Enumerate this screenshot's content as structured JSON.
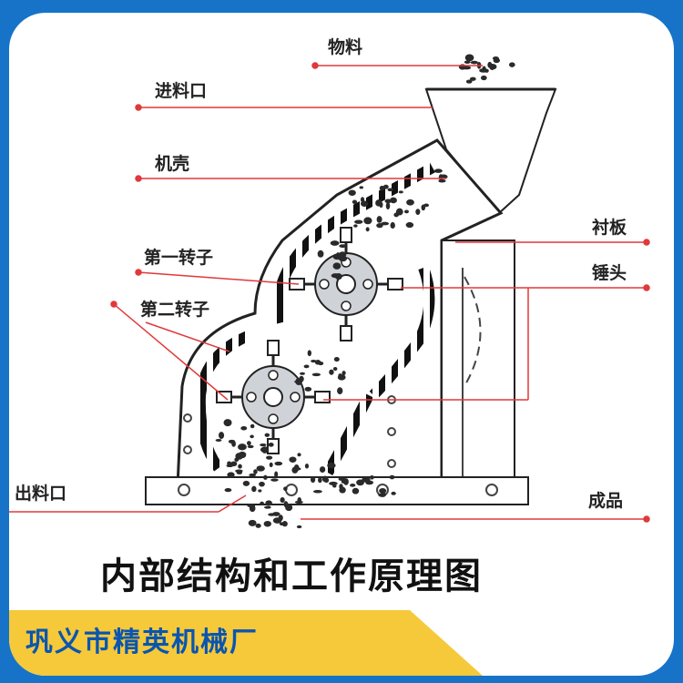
{
  "labels": {
    "material": "物料",
    "feed_inlet": "进料口",
    "housing": "机壳",
    "first_rotor": "第一转子",
    "second_rotor": "第二转子",
    "liner": "衬板",
    "hammer": "锤头",
    "discharge": "出料口",
    "product": "成品"
  },
  "caption": "内部结构和工作原理图",
  "company": "巩义市精英机械厂",
  "colors": {
    "frame": "#1673c8",
    "leader": "#e0393b",
    "banner": "#f5c93a",
    "company_text": "#0a55b0",
    "rotor_fill": "#cfd3d8"
  }
}
